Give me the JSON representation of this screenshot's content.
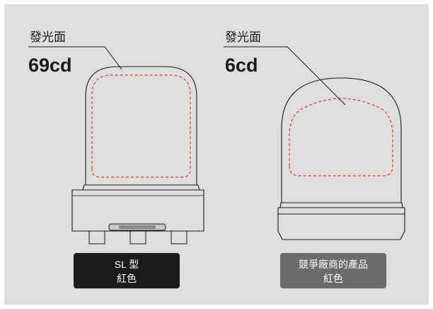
{
  "left": {
    "area_label": "發光面",
    "value": "69cd",
    "caption_line1": "SL 型",
    "caption_line2": "紅色"
  },
  "right": {
    "area_label": "發光面",
    "value": "6cd",
    "caption_line1": "競爭廠商的產品",
    "caption_line2": "紅色"
  },
  "colors": {
    "background": "#dedede",
    "emitting_outline": "#e03a3a",
    "left_caption_bg": "#1c1c1c",
    "right_caption_bg": "#6b6b6b"
  }
}
